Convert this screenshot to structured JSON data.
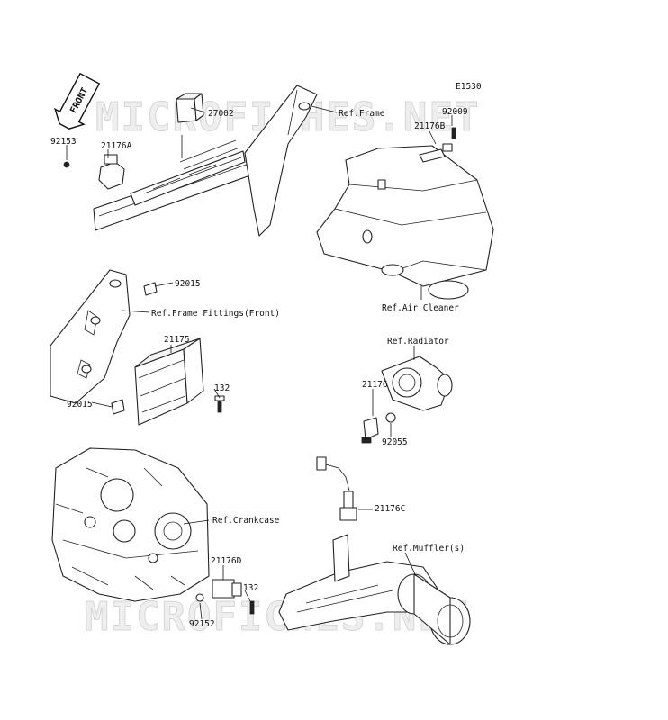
{
  "diagram_code": "E1530",
  "front_arrow": "FRONT",
  "watermark": "MICROFICHES.NET",
  "parts": [
    {
      "number": "27002"
    },
    {
      "number": "92153"
    },
    {
      "number": "21176A"
    },
    {
      "number": "92009"
    },
    {
      "number": "21176B"
    },
    {
      "number": "92015"
    },
    {
      "number": "21175"
    },
    {
      "number": "132"
    },
    {
      "number": "92015"
    },
    {
      "number": "21176"
    },
    {
      "number": "92055"
    },
    {
      "number": "21176C"
    },
    {
      "number": "21176D"
    },
    {
      "number": "132"
    },
    {
      "number": "92152"
    }
  ],
  "references": [
    {
      "label": "Ref.Frame"
    },
    {
      "label": "Ref.Air Cleaner"
    },
    {
      "label": "Ref.Frame Fittings(Front)"
    },
    {
      "label": "Ref.Radiator"
    },
    {
      "label": "Ref.Crankcase"
    },
    {
      "label": "Ref.Muffler(s)"
    }
  ]
}
